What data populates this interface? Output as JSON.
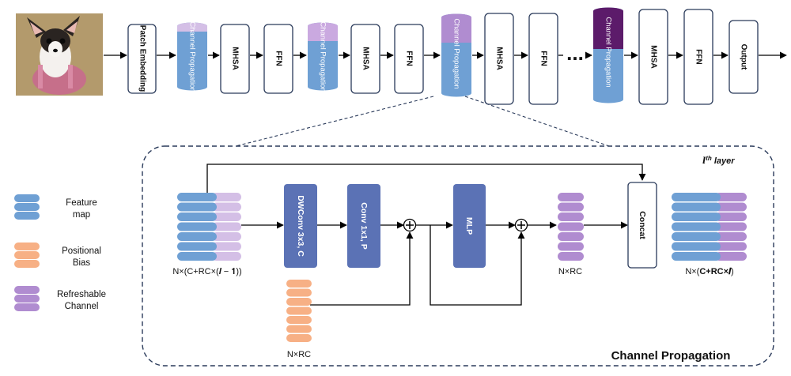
{
  "pipeline": {
    "patch_embedding": "Patch Embedding",
    "channel_propagation": "Channel Propagation",
    "mhsa": "MHSA",
    "ffn": "FFN",
    "output": "Output",
    "ellipsis": "..."
  },
  "detail": {
    "layer_label": "l",
    "layer_sup": "th",
    "layer_suffix": "layer",
    "panel_title": "Channel Propagation",
    "dwconv": "DWConv 3x3, C",
    "conv": "Conv 1x1, P",
    "mlp": "MLP",
    "concat": "Concat",
    "input_label": "N×(C+RC×(𝒍 − 𝟏))",
    "mid_label": "N×RC",
    "bias_label": "N×RC",
    "output_label_prefix": "N×(",
    "output_label_bold": "C+RC×",
    "output_label_var": "𝒍",
    "output_label_suffix": ")"
  },
  "legend": [
    {
      "label": "Feature map",
      "color": "#6fa0d4"
    },
    {
      "label": "Positional Bias",
      "color": "#f7b085"
    },
    {
      "label": "Refreshable Channel",
      "color": "#b08cd0"
    }
  ],
  "colors": {
    "feature": "#6fa0d4",
    "bias": "#f7b085",
    "refresh": "#b08cd0",
    "refresh_light": "#d4bfe6",
    "refresh_dark": "#5c1b6a",
    "block": "#5b72b5"
  }
}
